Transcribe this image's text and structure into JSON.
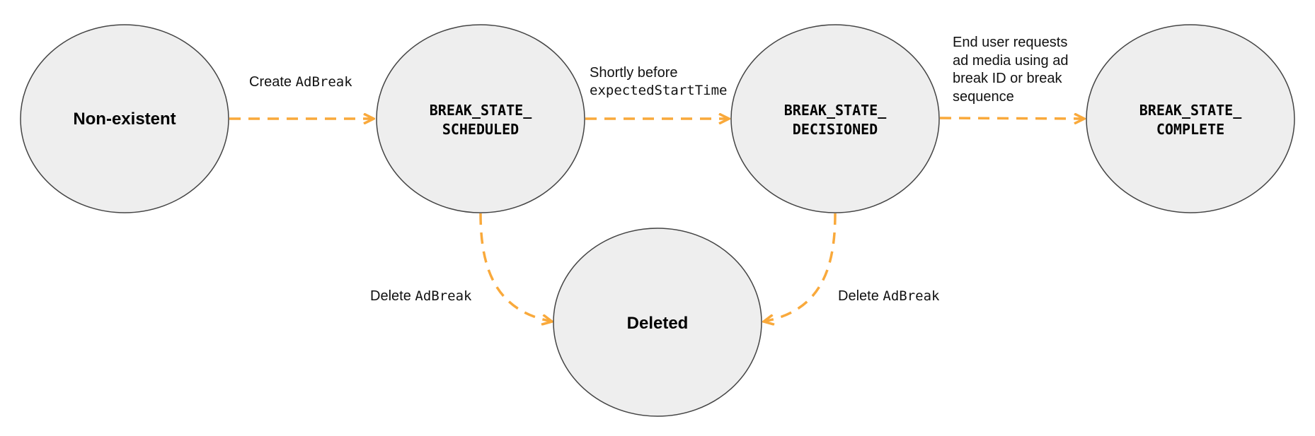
{
  "edge_color": "#f9a93b",
  "node_fill": "#eeeeee",
  "nodes": {
    "non_existent": {
      "lines": [
        "Non-existent"
      ]
    },
    "scheduled": {
      "lines": [
        "BREAK_STATE_",
        "SCHEDULED"
      ]
    },
    "decisioned": {
      "lines": [
        "BREAK_STATE_",
        "DECISIONED"
      ]
    },
    "complete": {
      "lines": [
        "BREAK_STATE_",
        "COMPLETE"
      ]
    },
    "deleted": {
      "lines": [
        "Deleted"
      ]
    }
  },
  "edges": {
    "create": {
      "text": "Create ",
      "code": "AdBreak"
    },
    "shortly": {
      "line1": "Shortly before",
      "code": "expectedStartTime"
    },
    "end_user": {
      "lines": [
        "End user requests",
        "ad media using ad",
        "break ID or break",
        "sequence"
      ]
    },
    "delete_left": {
      "text": "Delete ",
      "code": "AdBreak"
    },
    "delete_right": {
      "text": "Delete ",
      "code": "AdBreak"
    }
  }
}
